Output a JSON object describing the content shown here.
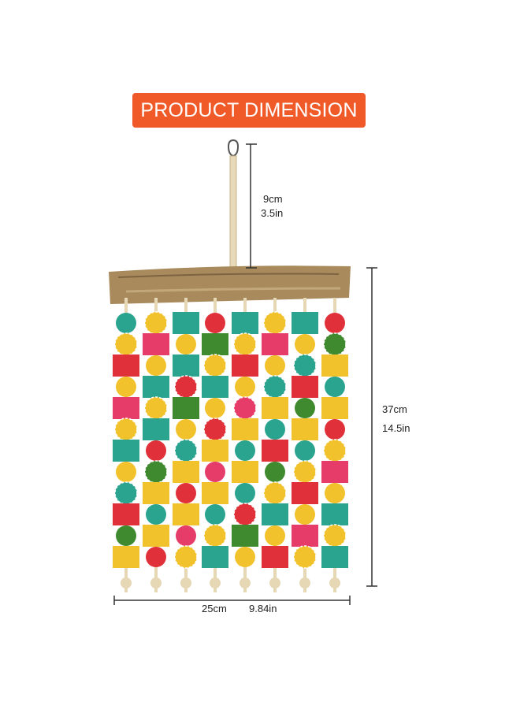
{
  "title": "PRODUCT DIMENSION",
  "colors": {
    "banner": "#f05a28",
    "red": "#e0313a",
    "teal": "#2aa48f",
    "yellow": "#f2c22c",
    "green": "#3f8a2f",
    "pink": "#e63c6a",
    "wood": "#a88a5c"
  },
  "dimensions": {
    "hanger_cm": "9cm",
    "hanger_in": "3.5in",
    "height_cm": "37cm",
    "height_in": "14.5in",
    "width_cm": "25cm",
    "width_in": "9.84in"
  }
}
